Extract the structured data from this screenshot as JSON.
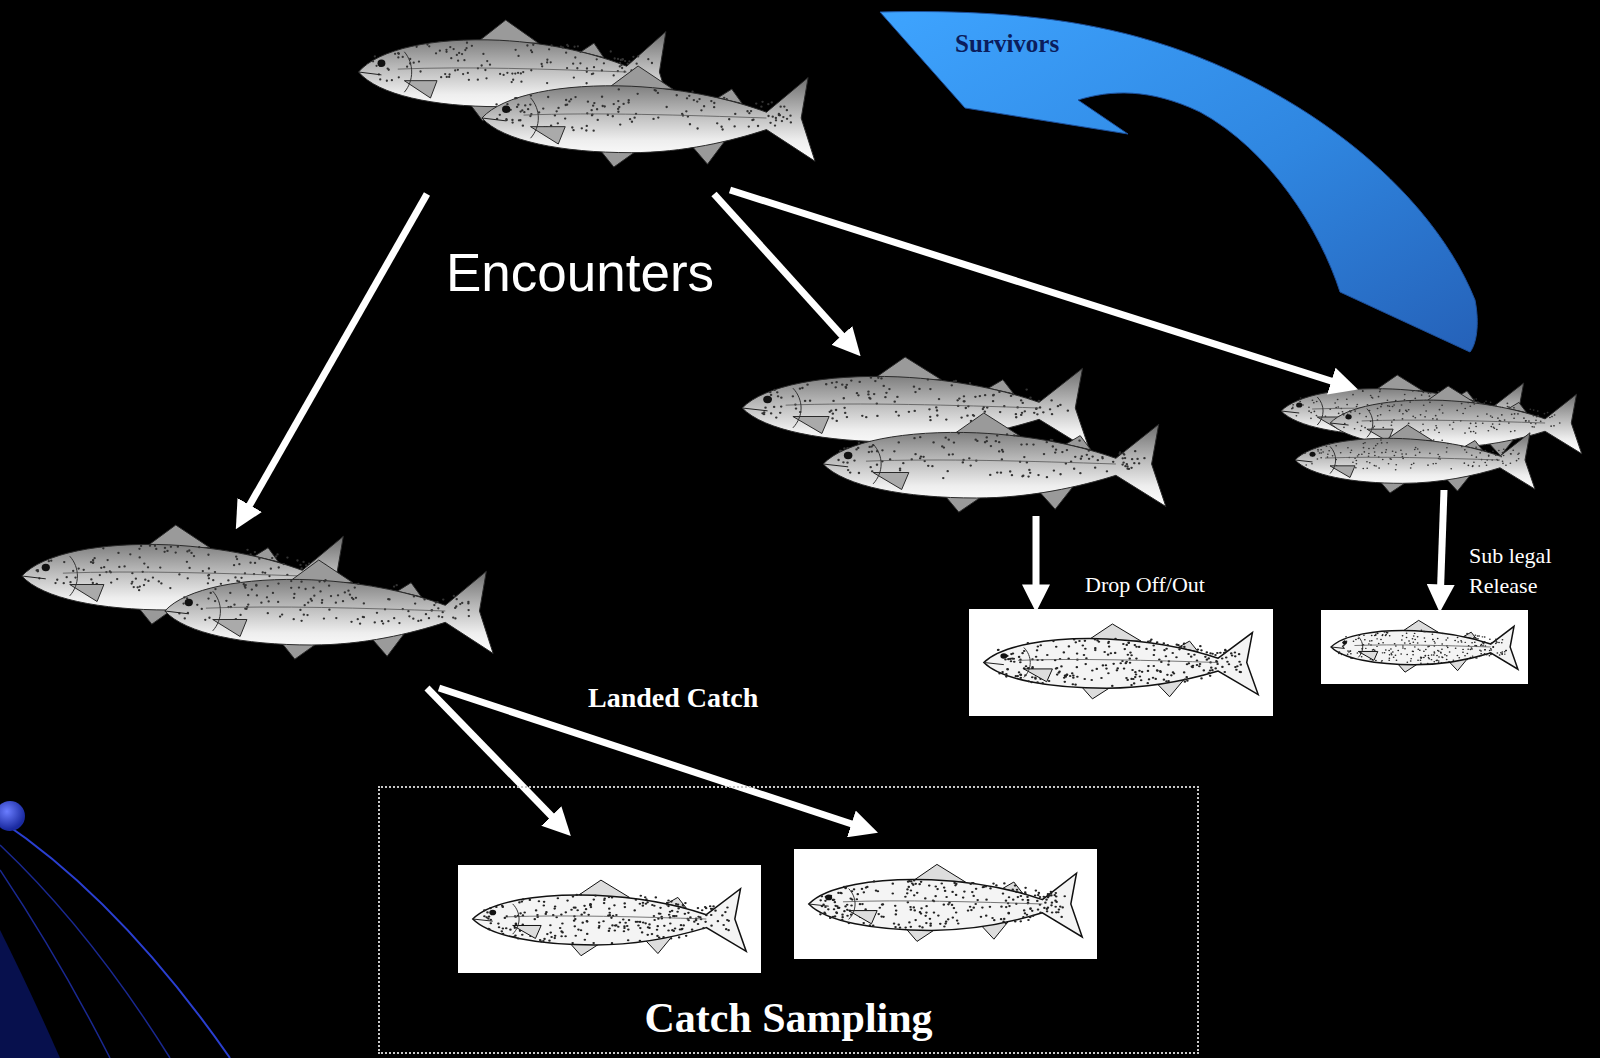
{
  "diagram": {
    "nodes": [
      {
        "text": [
          "Catch Sampling"
        ]
      }
    ],
    "labels": [
      "Survivors",
      "Encounters",
      "Landed Catch",
      "Drop Off/Out",
      "Sub legal Release"
    ]
  }
}
